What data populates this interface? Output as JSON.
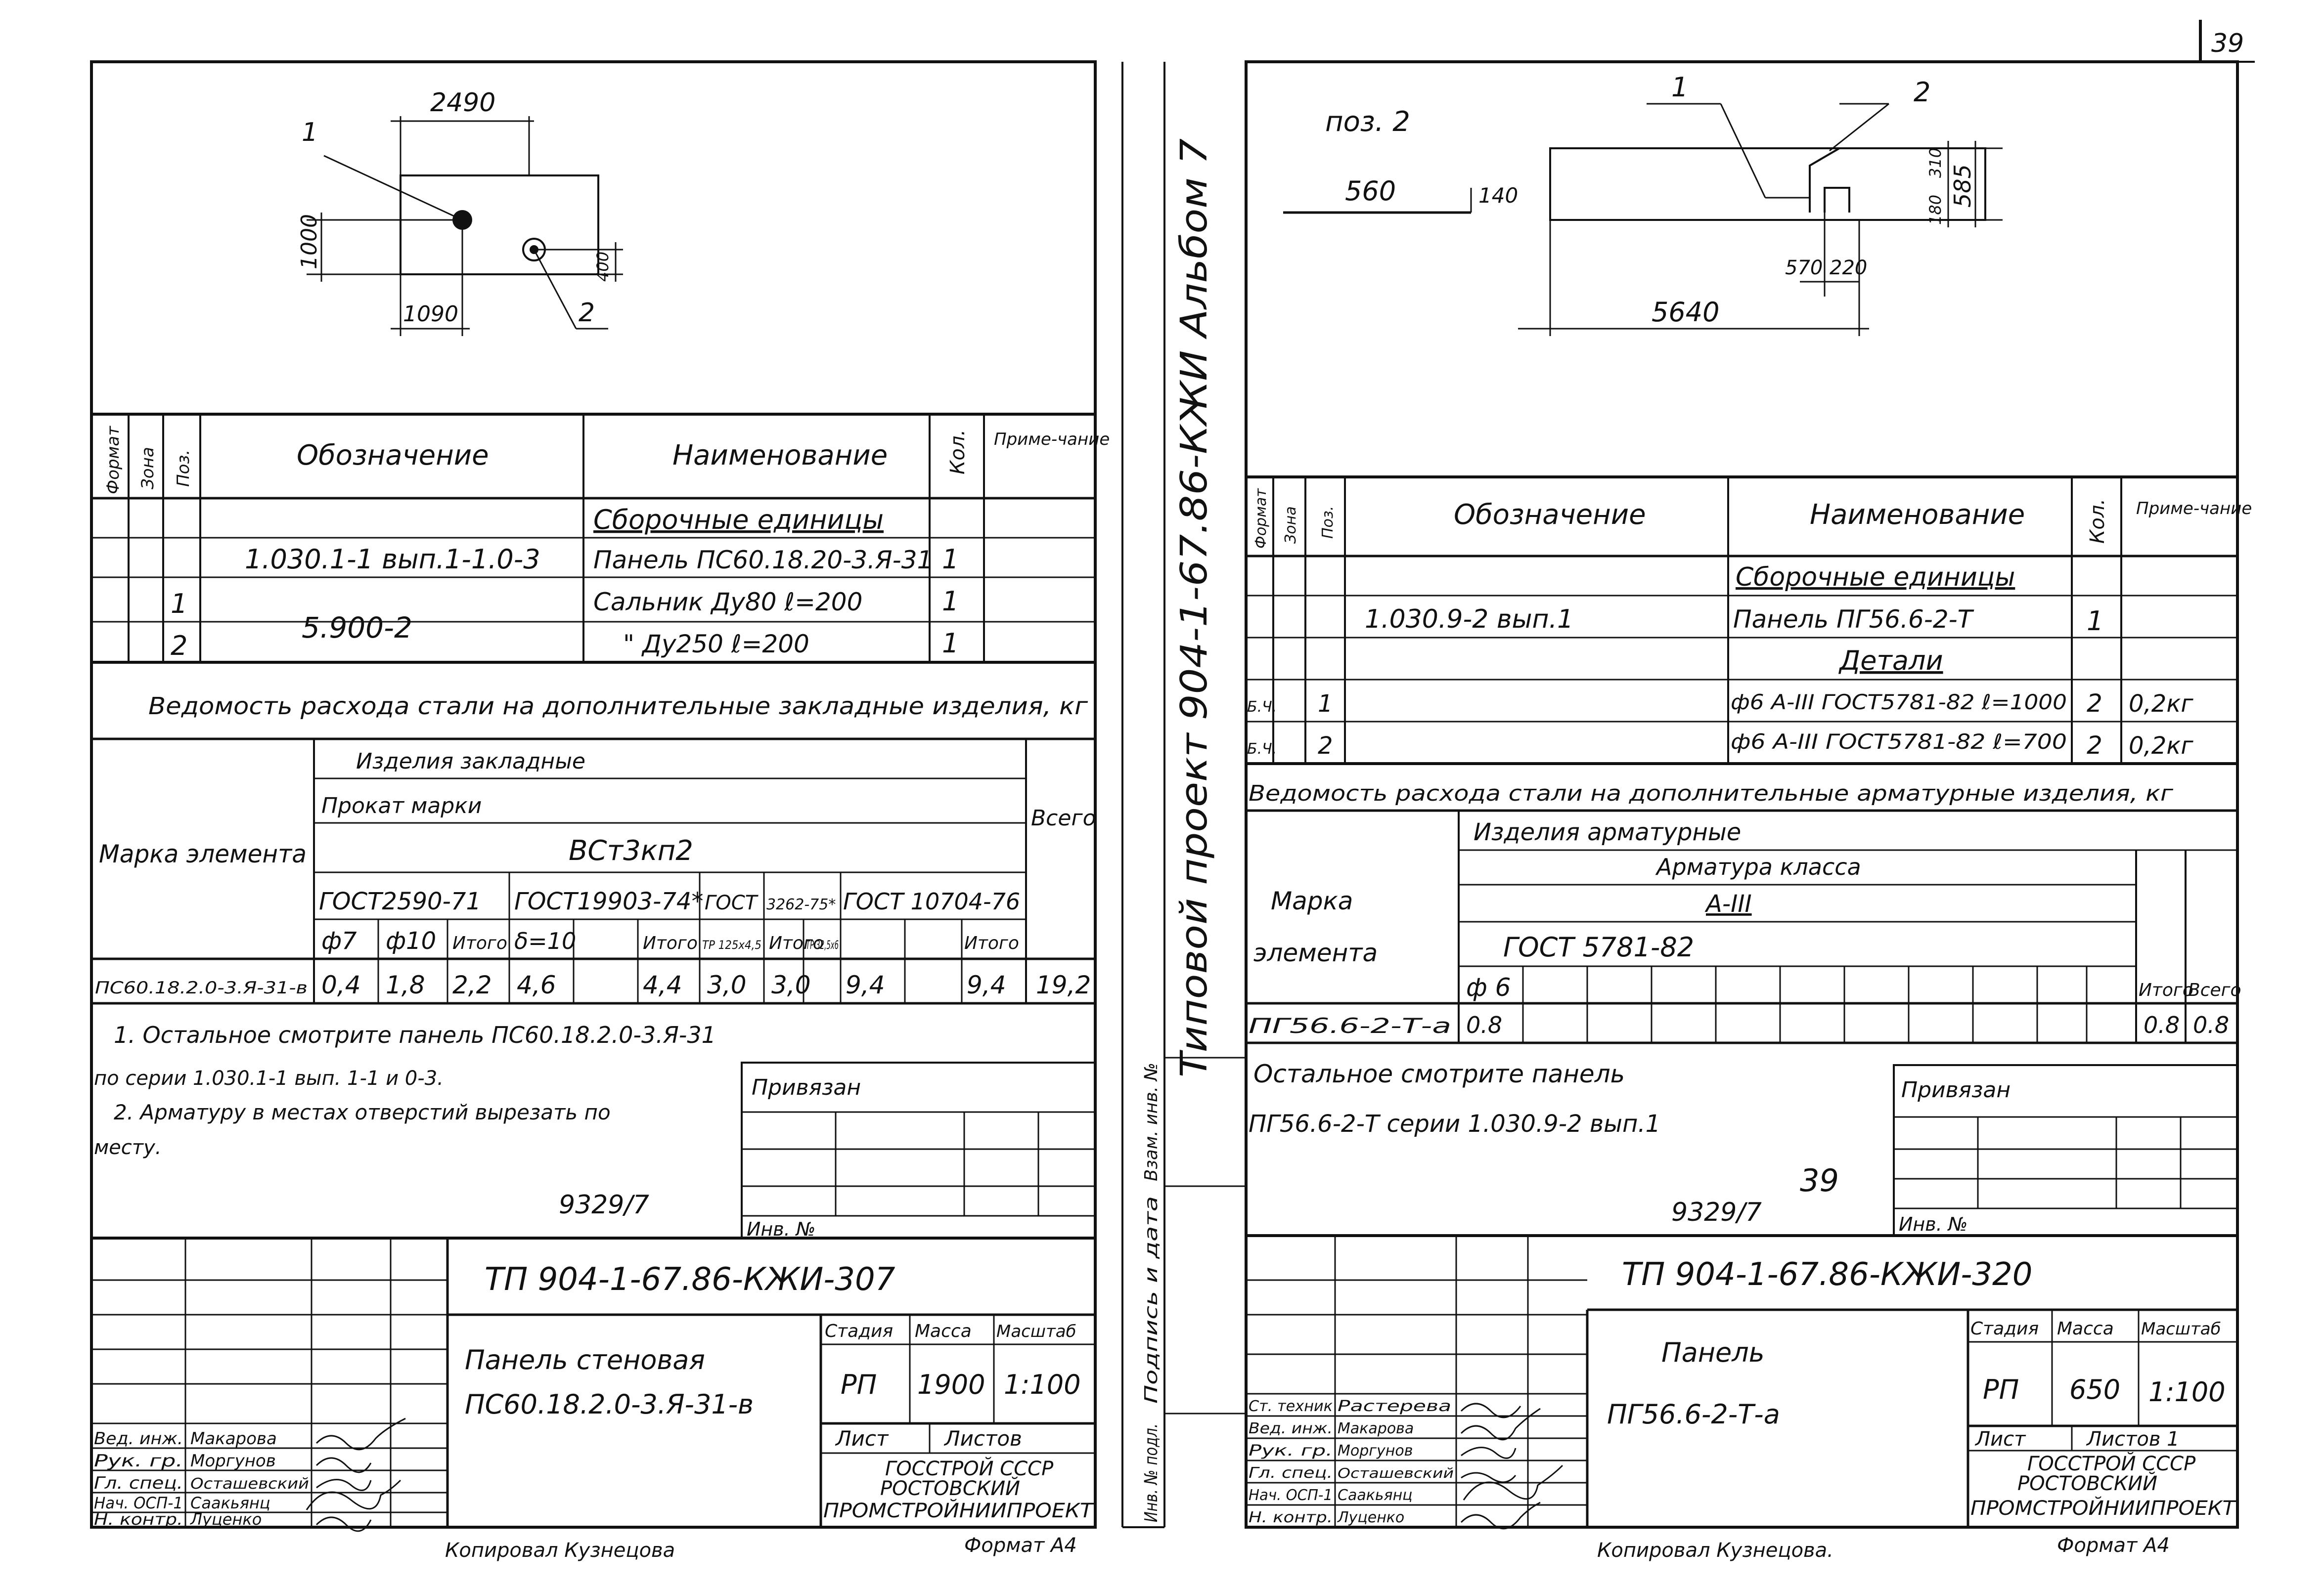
{
  "page_number": "39",
  "central_stamp": "Типовой проект 904-1-67.86-КЖИ Альбом 7",
  "left_sheet_side_labels": [
    "Формат",
    "Зона",
    "Поз."
  ],
  "left_sheet": {
    "drawing": {
      "dim_top": "2490",
      "dim_left": "1000",
      "dim_bottom": "1090",
      "dim_small": "400",
      "callout_1": "1",
      "callout_2": "2"
    },
    "spec_header": {
      "designation": "Обозначение",
      "name": "Наименование",
      "qty": "Кол.",
      "note": "Приме-чание"
    },
    "spec_section": "Сборочные единицы",
    "spec_rows": [
      {
        "pos": "",
        "designation": "1.030.1-1 вып.1-1.0-3",
        "name": "Панель ПС60.18.20-3.Я-31",
        "qty": "1"
      },
      {
        "pos": "1",
        "designation": "5.900-2",
        "name": "Сальник Ду80 ℓ=200",
        "qty": "1"
      },
      {
        "pos": "2",
        "designation": "",
        "name": "\"      Ду250 ℓ=200",
        "qty": "1"
      }
    ],
    "steel_title": "Ведомость расхода стали на дополнительные закладные изделия, кг",
    "steel_table": {
      "mark_header": "Марка элемента",
      "group1": "Изделия закладные",
      "group2": "Прокат марки",
      "steel_grade": "ВСт3кп2",
      "total_header": "Всего",
      "standards": [
        "ГОСТ2590-71",
        "ГОСТ19903-74*",
        "ГОСТ",
        "3262-75*",
        "ГОСТ 10704-76"
      ],
      "sub_headers": [
        "ф7",
        "ф10",
        "Итого",
        "δ=10",
        "",
        "Итого",
        "ТР 125х4,5",
        "Итого",
        "ТР 32,5х6",
        "",
        "Итого"
      ],
      "row_mark": "ПС60.18.2.0-3.Я-31-в",
      "row_values": [
        "0,4",
        "1,8",
        "2,2",
        "4,6",
        "",
        "4,4",
        "3,0",
        "3,0",
        "9,4",
        "",
        "9,4"
      ],
      "row_total": "19,2"
    },
    "notes": [
      "1. Остальное смотрите панель ПС60.18.2.0-3.Я-31",
      "по серии 1.030.1-1 вып. 1-1 и 0-3.",
      "2. Арматуру в местах отверстий вырезать по",
      "месту."
    ],
    "bound_label": "Привязан",
    "order_no": "9329/7",
    "inv_label": "Инв. №",
    "doc_code": "ТП 904-1-67.86-КЖИ-307",
    "title_name": "Панель стеновая",
    "title_mark": "ПС60.18.2.0-3.Я-31-в",
    "stage_label": "Стадия",
    "mass_label": "Масса",
    "scale_label": "Масштаб",
    "stage": "РП",
    "mass": "1900",
    "scale": "1:100",
    "sheet_label": "Лист",
    "sheets_label": "Листов",
    "org": [
      "ГОССТРОЙ СССР",
      "РОСТОВСКИЙ",
      "ПРОМСТРОЙНИИПРОЕКТ"
    ],
    "signers": [
      {
        "role": "Вед. инж.",
        "name": "Макарова"
      },
      {
        "role": "Рук. гр.",
        "name": "Моргунов"
      },
      {
        "role": "Гл. спец.",
        "name": "Осташевский"
      },
      {
        "role": "Нач. ОСП-1",
        "name": "Саакьянц"
      },
      {
        "role": "Н. контр.",
        "name": "Луценко"
      }
    ],
    "copied": "Копировал Кузнецова",
    "format": "Формат А4"
  },
  "right_sheet_side_labels": [
    "Формат",
    "Зона",
    "Поз."
  ],
  "right_sheet": {
    "drawing": {
      "pos_label": "поз. 2",
      "dim_560": "560",
      "dim_140": "140",
      "dim_5640": "5640",
      "dim_570": "570",
      "dim_220": "220",
      "dim_180": "180",
      "dim_310": "310",
      "dim_585": "585",
      "callout_1": "1",
      "callout_2": "2"
    },
    "spec_header": {
      "designation": "Обозначение",
      "name": "Наименование",
      "qty": "Кол.",
      "note": "Приме-чание"
    },
    "spec_section_1": "Сборочные единицы",
    "spec_row_1": {
      "designation": "1.030.9-2 вып.1",
      "name": "Панель ПГ56.6-2-Т",
      "qty": "1"
    },
    "spec_section_2": "Детали",
    "detail_rows": [
      {
        "format": "Б.Ч.",
        "pos": "1",
        "name": "ф6 А-III ГОСТ5781-82 ℓ=1000",
        "qty": "2",
        "note": "0,2кг"
      },
      {
        "format": "Б.Ч.",
        "pos": "2",
        "name": "ф6 А-III ГОСТ5781-82 ℓ=700",
        "qty": "2",
        "note": "0,2кг"
      }
    ],
    "steel_title": "Ведомость расхода стали на дополнительные арматурные изделия, кг",
    "steel_table": {
      "mark_header_1": "Марка",
      "mark_header_2": "элемента",
      "group1": "Изделия арматурные",
      "group2": "Арматура класса",
      "class": "А-III",
      "standard": "ГОСТ 5781-82",
      "dia": "ф 6",
      "itogo": "Итого",
      "total_header": "Всего",
      "row_mark": "ПГ56.6-2-Т-а",
      "row_value": "0.8",
      "row_itogo": "0.8",
      "row_total": "0.8"
    },
    "notes": [
      "Остальное смотрите панель",
      "ПГ56.6-2-Т     серии 1.030.9-2 вып.1"
    ],
    "handwritten_number": "39",
    "bound_label": "Привязан",
    "order_no": "9329/7",
    "inv_label": "Инв. №",
    "doc_code": "ТП 904-1-67.86-КЖИ-320",
    "title_name": "Панель",
    "title_mark": "ПГ56.6-2-Т-а",
    "stage_label": "Стадия",
    "mass_label": "Масса",
    "scale_label": "Масштаб",
    "stage": "РП",
    "mass": "650",
    "scale": "1:100",
    "sheet_label": "Лист",
    "sheets_label": "Листов 1",
    "org": [
      "ГОССТРОЙ СССР",
      "РОСТОВСКИЙ",
      "ПРОМСТРОЙНИИПРОЕКТ"
    ],
    "signers": [
      {
        "role": "Ст. техник",
        "name": "Растерева"
      },
      {
        "role": "Вед. инж.",
        "name": "Макарова"
      },
      {
        "role": "Рук. гр.",
        "name": "Моргунов"
      },
      {
        "role": "Гл. спец.",
        "name": "Осташевский"
      },
      {
        "role": "Нач. ОСП-1",
        "name": "Саакьянц"
      },
      {
        "role": "Н. контр.",
        "name": "Луценко"
      }
    ],
    "copied": "Копировал Кузнецова.",
    "format": "Формат А4"
  },
  "stamp_column": [
    "Инв. № подл.",
    "Подпись и дата",
    "Взам. инв. №"
  ]
}
